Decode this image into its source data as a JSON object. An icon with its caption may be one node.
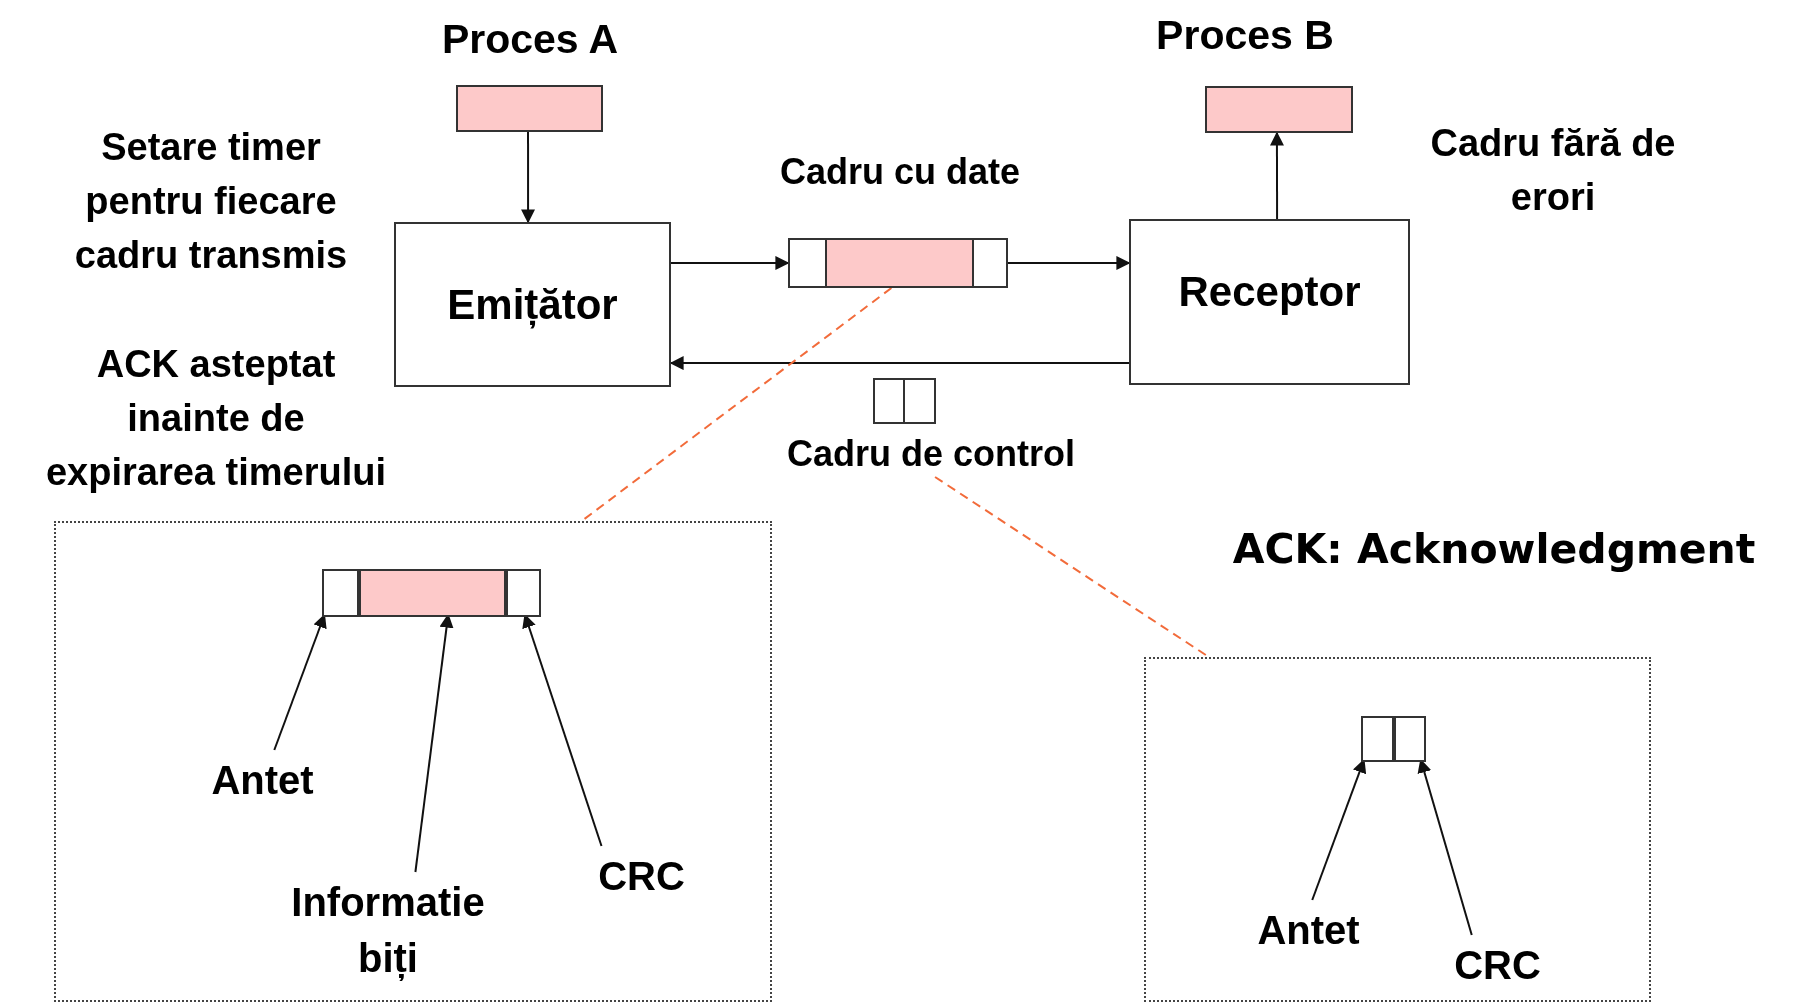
{
  "diagram": {
    "nodes": [
      {
        "text": [],
        "shape": "box",
        "beside": [
          "Proces A"
        ]
      },
      {
        "text": [
          "Emițător"
        ]
      },
      {
        "text": [],
        "shape": "box",
        "beside": [
          "Cadru cu date"
        ]
      },
      {
        "text": [
          "Receptor"
        ]
      },
      {
        "text": [],
        "shape": "box",
        "beside": [
          "Proces B"
        ]
      },
      {
        "text": [
          "Cadru de control"
        ]
      },
      {
        "text": [],
        "shape": "box"
      },
      {
        "text": [],
        "shape": "box",
        "in": 6
      },
      {
        "text": [],
        "shape": "box",
        "in": 7
      },
      {
        "text": [],
        "shape": "box",
        "in": 7
      },
      {
        "text": [],
        "shape": "box",
        "in": 7
      },
      {
        "text": [
          "Antet"
        ],
        "in": 6
      },
      {
        "text": [
          "Informatie biți"
        ],
        "in": 6
      },
      {
        "text": [
          "CRC"
        ],
        "in": 6
      },
      {
        "text": [],
        "shape": "box"
      },
      {
        "text": [],
        "shape": "box",
        "in": 14
      },
      {
        "text": [],
        "shape": "box",
        "in": 15
      },
      {
        "text": [],
        "shape": "box",
        "in": 15
      },
      {
        "text": [
          "Antet"
        ],
        "in": 14
      },
      {
        "text": [
          "CRC"
        ],
        "in": 14
      }
    ],
    "edges": [
      {
        "from": 0,
        "to": 1,
        "arrow": "to"
      },
      {
        "from": 1,
        "to": 2,
        "arrow": "to"
      },
      {
        "from": 2,
        "to": 3,
        "arrow": "to"
      },
      {
        "from": 3,
        "to": 1,
        "arrow": "to"
      },
      {
        "from": 3,
        "to": 4,
        "arrow": "to"
      },
      {
        "from": 2,
        "to": 6,
        "arrow": "none",
        "style": "dashed",
        "color": "#f26b3a"
      },
      {
        "from": 5,
        "to": 14,
        "arrow": "none",
        "style": "dashed",
        "color": "#f26b3a"
      },
      {
        "from": 11,
        "to": 8,
        "arrow": "to"
      },
      {
        "from": 12,
        "to": 9,
        "arrow": "to"
      },
      {
        "from": 13,
        "to": 10,
        "arrow": "to"
      },
      {
        "from": 18,
        "to": 16,
        "arrow": "to"
      },
      {
        "from": 19,
        "to": 17,
        "arrow": "to"
      }
    ],
    "labels": [
      "Setare timer pentru fiecare cadru transmis",
      "ACK asteptat inainte de expirarea timerului",
      "Cadru fără de erori",
      "ACK: Acknowledgment"
    ]
  }
}
